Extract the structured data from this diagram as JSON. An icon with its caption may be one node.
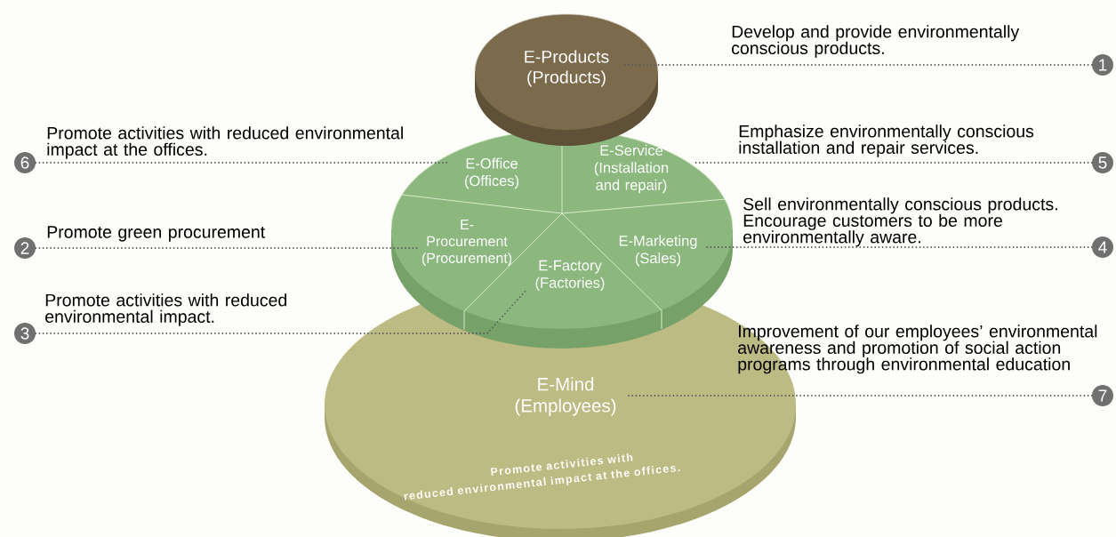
{
  "diagram": {
    "nodes": [
      {
        "text": [
          "E-Products (Products)"
        ]
      },
      {
        "text": [
          "E-Office (Offices)"
        ]
      },
      {
        "text": [
          "E-Service (Installation and repair)"
        ]
      },
      {
        "text": [
          "E-Procurement (Procurement)"
        ]
      },
      {
        "text": [
          "E-Marketing (Sales)"
        ]
      },
      {
        "text": [
          "E-Factory (Factories)"
        ]
      },
      {
        "text": [
          "E-Mind (Employees)",
          "Promote activities with reduced environmental impact at the offices."
        ]
      },
      {
        "text": [
          "1"
        ]
      },
      {
        "text": [
          "6"
        ],
        "beside": [
          "Promote activities with reduced environmental impact at the offices."
        ]
      },
      {
        "text": [
          "5"
        ],
        "beside": [
          "Emphasize environmentally conscious installation and repair services."
        ]
      },
      {
        "text": [
          "2"
        ],
        "beside": [
          "Promote green procurement"
        ]
      },
      {
        "text": [
          "4"
        ],
        "beside": [
          "Sell environmentally conscious products. Encourage customers to be more environmentally aware."
        ]
      },
      {
        "text": [
          "3"
        ],
        "beside": [
          "Promote activities with reduced environmental impact."
        ]
      },
      {
        "text": [
          "7"
        ],
        "beside": [
          "Improvement of our employees’ environmental awareness and promotion of social action programs through environmental education"
        ]
      }
    ],
    "edges": [
      {
        "from": 7,
        "to": 0,
        "arrow": "none",
        "style": "dashed"
      },
      {
        "from": 8,
        "to": 1,
        "arrow": "none",
        "style": "dashed"
      },
      {
        "from": 9,
        "to": 2,
        "arrow": "none",
        "style": "dashed"
      },
      {
        "from": 10,
        "to": 3,
        "arrow": "none",
        "style": "dashed"
      },
      {
        "from": 11,
        "to": 4,
        "arrow": "none",
        "style": "dashed"
      },
      {
        "from": 12,
        "to": 5,
        "arrow": "none",
        "style": "dashed"
      },
      {
        "from": 13,
        "to": 6,
        "arrow": "none",
        "style": "dashed"
      }
    ],
    "labels": [
      "Develop and provide environmentally conscious products."
    ]
  }
}
